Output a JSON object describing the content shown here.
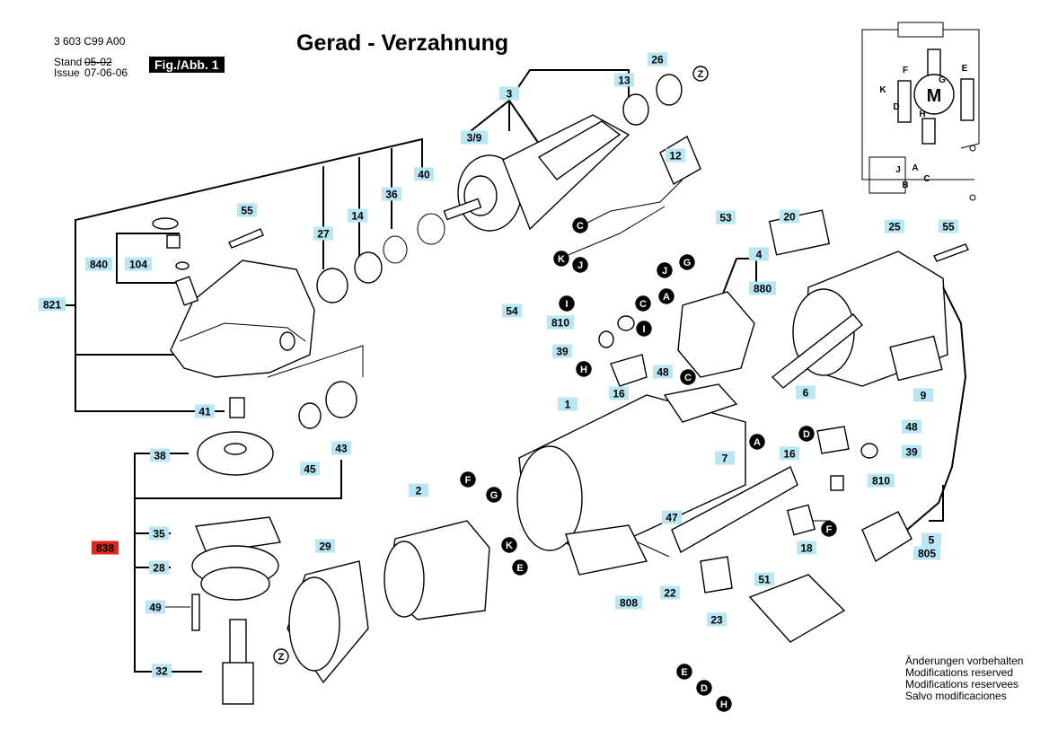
{
  "header": {
    "doc_number": "3 603 C99 A00",
    "stand_label": "Stand",
    "stand_old": "05-02",
    "issue_label": "Issue",
    "issue_date": "07-06-06",
    "fig_label": "Fig./Abb. 1",
    "title": "Gerad - Verzahnung"
  },
  "notes": [
    "Änderungen vorbehalten",
    "Modifications reserved",
    "Modifications reservees",
    "Salvo modificaciones"
  ],
  "colors": {
    "label_bg": "#b9e6f4",
    "highlight_bg": "#e0251b"
  },
  "part_labels": [
    "3",
    "3/9",
    "13",
    "26",
    "12",
    "40",
    "36",
    "14",
    "27",
    "55",
    "840",
    "104",
    "821",
    "53",
    "4",
    "880",
    "20",
    "25",
    "55",
    "54",
    "810",
    "39",
    "48",
    "16",
    "41",
    "38",
    "45",
    "43",
    "1",
    "7",
    "6",
    "9",
    "48",
    "16",
    "39",
    "810",
    "838",
    "35",
    "28",
    "49",
    "32",
    "29",
    "2",
    "47",
    "18",
    "22",
    "808",
    "23",
    "51",
    "5",
    "805"
  ],
  "connector_letters": [
    "Z",
    "C",
    "K",
    "J",
    "G",
    "J",
    "C",
    "A",
    "C",
    "I",
    "I",
    "H",
    "D",
    "A",
    "F",
    "G",
    "K",
    "E",
    "F",
    "Z",
    "E",
    "D",
    "H",
    "A",
    "B",
    "C",
    "D",
    "E",
    "F",
    "G",
    "H",
    "J",
    "K",
    "M"
  ],
  "schematic": {
    "motor_symbol": "M"
  }
}
